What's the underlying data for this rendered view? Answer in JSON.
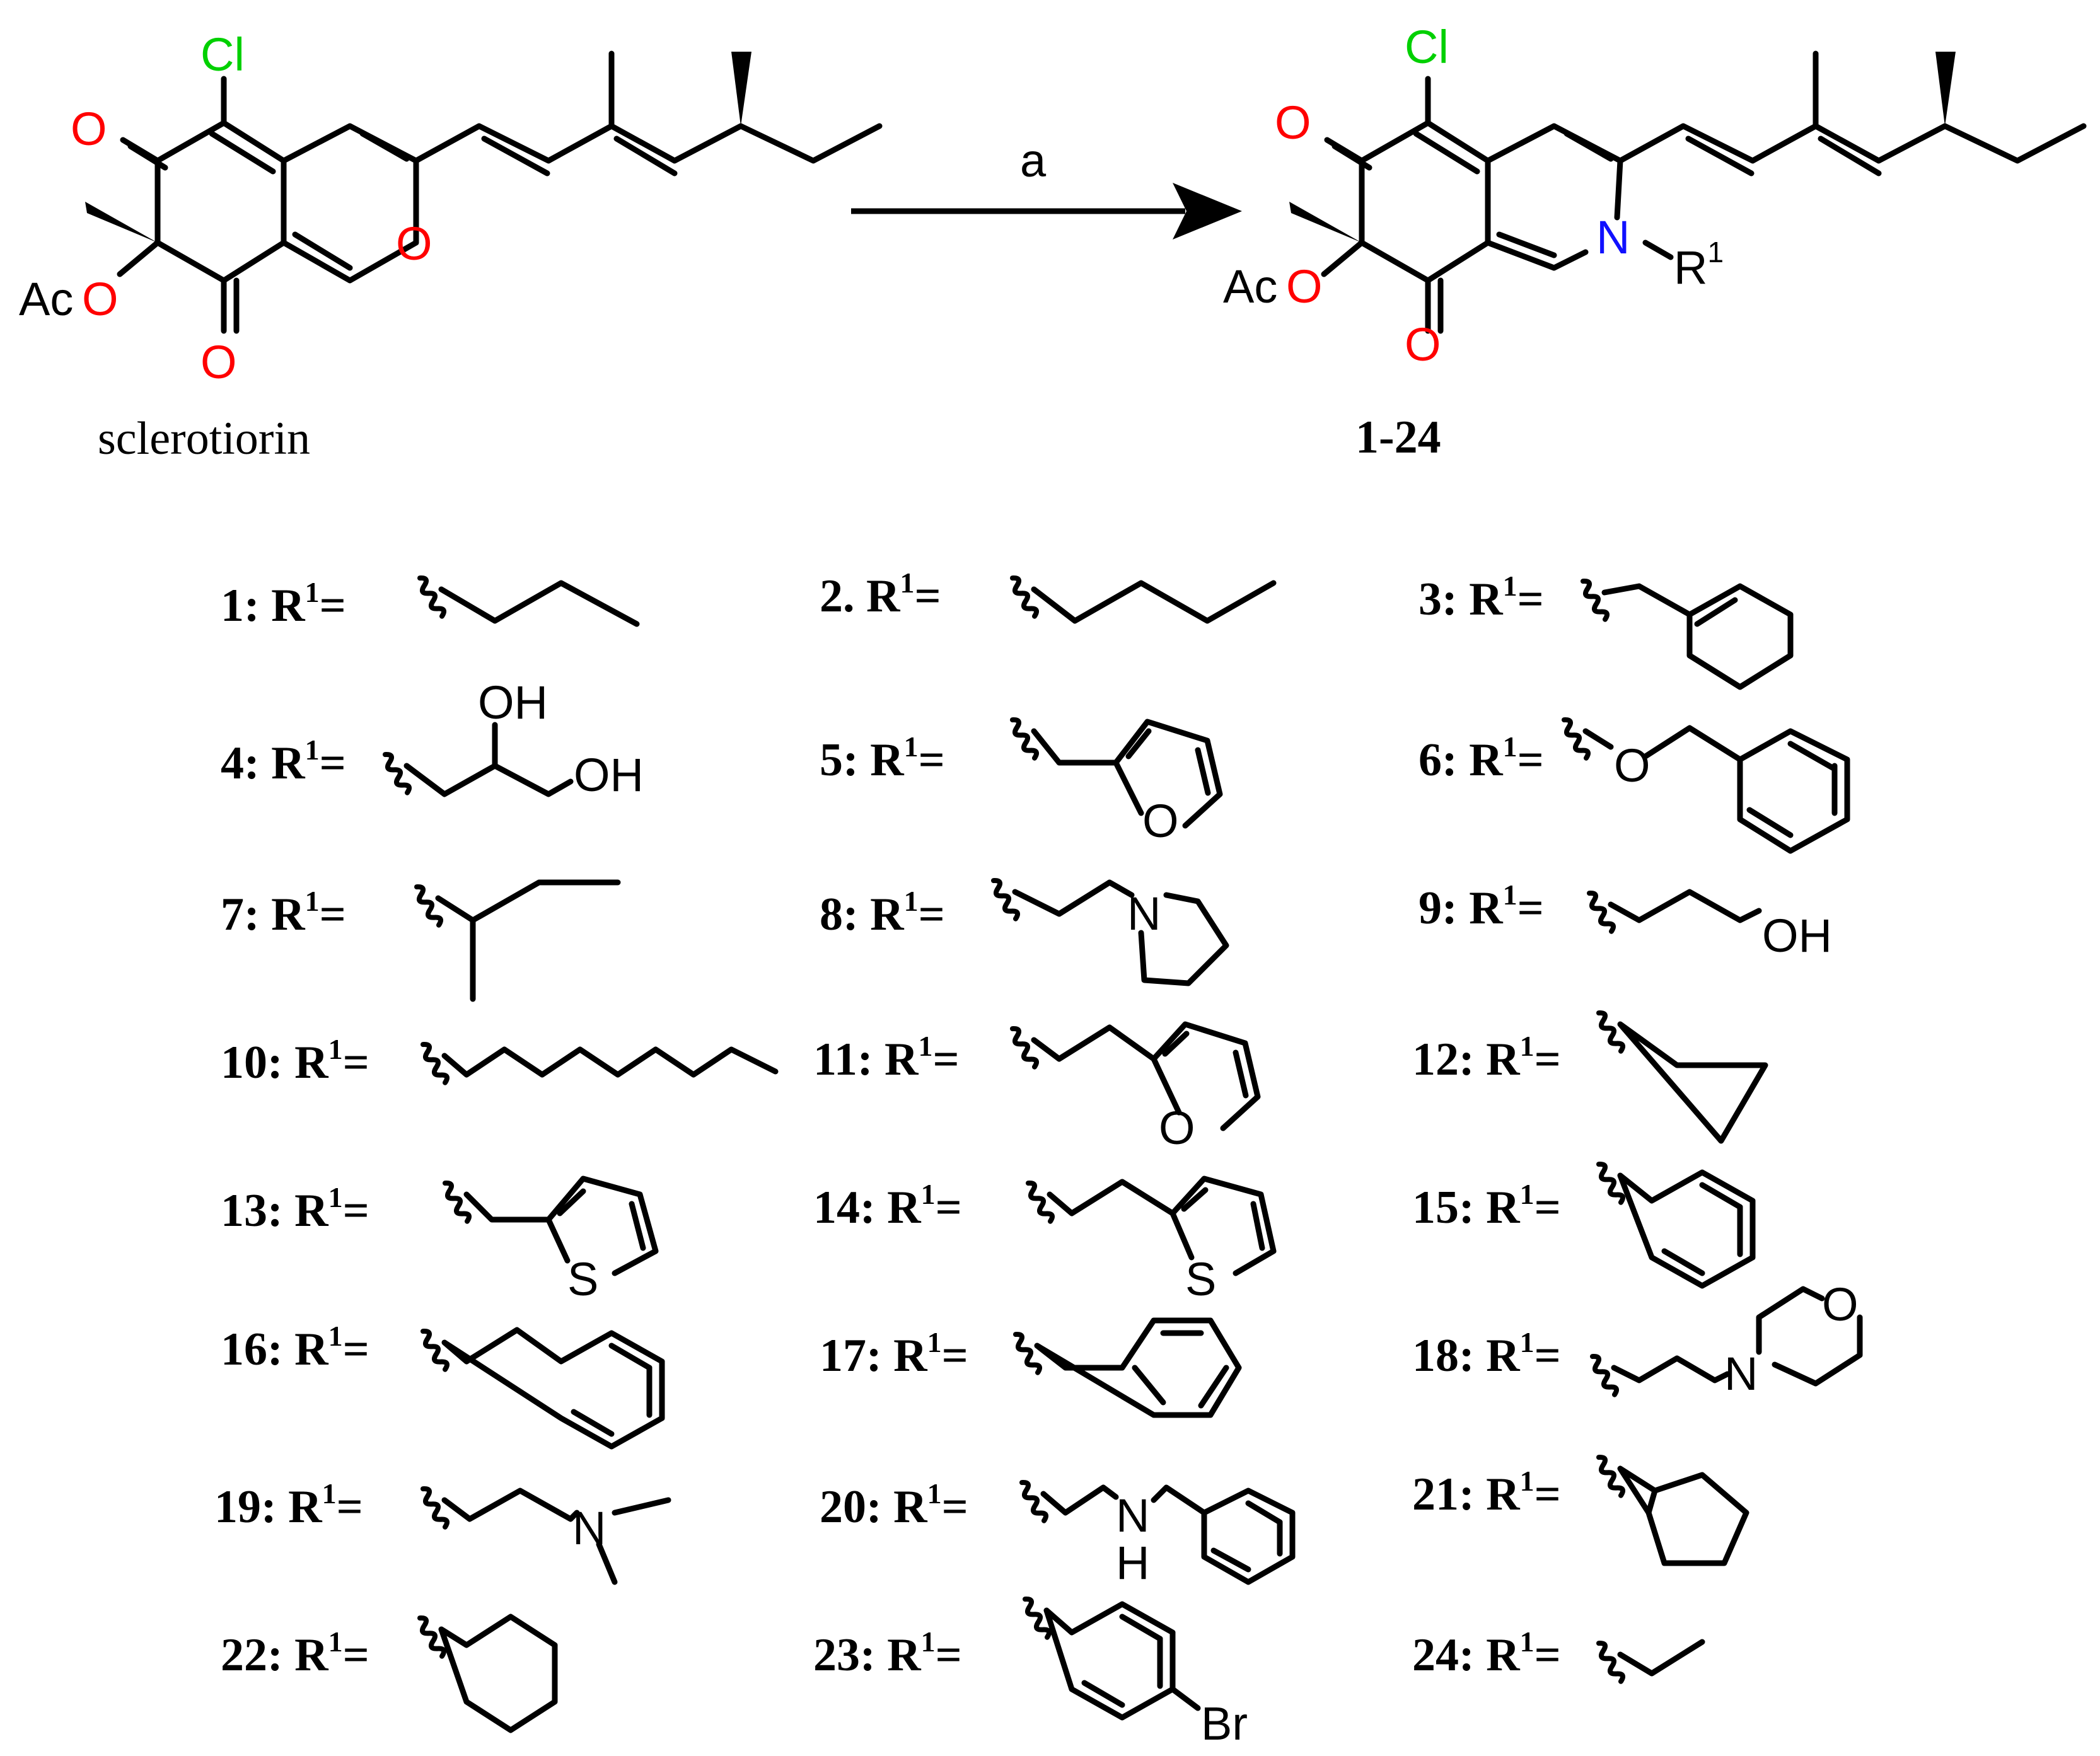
{
  "colors": {
    "chlorine": "#00d000",
    "oxygen": "#ff0000",
    "nitrogen": "#1010ff",
    "bond": "#000000"
  },
  "reagent": "a",
  "reactant": {
    "name": "sclerotiorin",
    "atoms": {
      "cl": "Cl",
      "o_ketone": "O",
      "o_ring": "O",
      "o_ester": "O",
      "o_bottom": "O",
      "ac": "Ac"
    }
  },
  "product": {
    "name": "1-24",
    "atoms": {
      "cl": "Cl",
      "o_ketone": "O",
      "n": "N",
      "r": "R",
      "r_sup": "1",
      "o_ester": "O",
      "o_bottom": "O",
      "ac": "Ac"
    }
  },
  "substituents": [
    {
      "label": "1: R",
      "sup": "1",
      "eq": "="
    },
    {
      "label": "2. R",
      "sup": "1",
      "eq": "="
    },
    {
      "label": "3: R",
      "sup": "1",
      "eq": "="
    },
    {
      "label": "4: R",
      "sup": "1",
      "eq": "="
    },
    {
      "label": "5: R",
      "sup": "1",
      "eq": "="
    },
    {
      "label": "6: R",
      "sup": "1",
      "eq": "="
    },
    {
      "label": "7: R",
      "sup": "1",
      "eq": "="
    },
    {
      "label": "8: R",
      "sup": "1",
      "eq": "="
    },
    {
      "label": "9: R",
      "sup": "1",
      "eq": "="
    },
    {
      "label": "10: R",
      "sup": "1",
      "eq": "="
    },
    {
      "label": "11: R",
      "sup": "1",
      "eq": "="
    },
    {
      "label": "12: R",
      "sup": "1",
      "eq": "="
    },
    {
      "label": "13: R",
      "sup": "1",
      "eq": "="
    },
    {
      "label": "14: R",
      "sup": "1",
      "eq": "="
    },
    {
      "label": "15: R",
      "sup": "1",
      "eq": "="
    },
    {
      "label": "16: R",
      "sup": "1",
      "eq": "="
    },
    {
      "label": "17: R",
      "sup": "1",
      "eq": "="
    },
    {
      "label": "18: R",
      "sup": "1",
      "eq": "="
    },
    {
      "label": "19: R",
      "sup": "1",
      "eq": "="
    },
    {
      "label": "20: R",
      "sup": "1",
      "eq": "="
    },
    {
      "label": "21: R",
      "sup": "1",
      "eq": "="
    },
    {
      "label": "22: R",
      "sup": "1",
      "eq": "="
    },
    {
      "label": "23: R",
      "sup": "1",
      "eq": "="
    },
    {
      "label": "24: R",
      "sup": "1",
      "eq": "="
    }
  ],
  "groups": {
    "g4": {
      "oh1": "OH",
      "oh2": "OH"
    },
    "g5": {
      "o": "O"
    },
    "g6": {
      "o": "O"
    },
    "g8": {
      "n": "N"
    },
    "g9": {
      "oh": "OH"
    },
    "g11": {
      "o": "O"
    },
    "g13": {
      "s": "S"
    },
    "g14": {
      "s": "S"
    },
    "g18": {
      "n": "N",
      "o": "O"
    },
    "g19": {
      "n": "N"
    },
    "g20": {
      "n": "N",
      "h": "H"
    },
    "g23": {
      "br": "Br"
    }
  }
}
